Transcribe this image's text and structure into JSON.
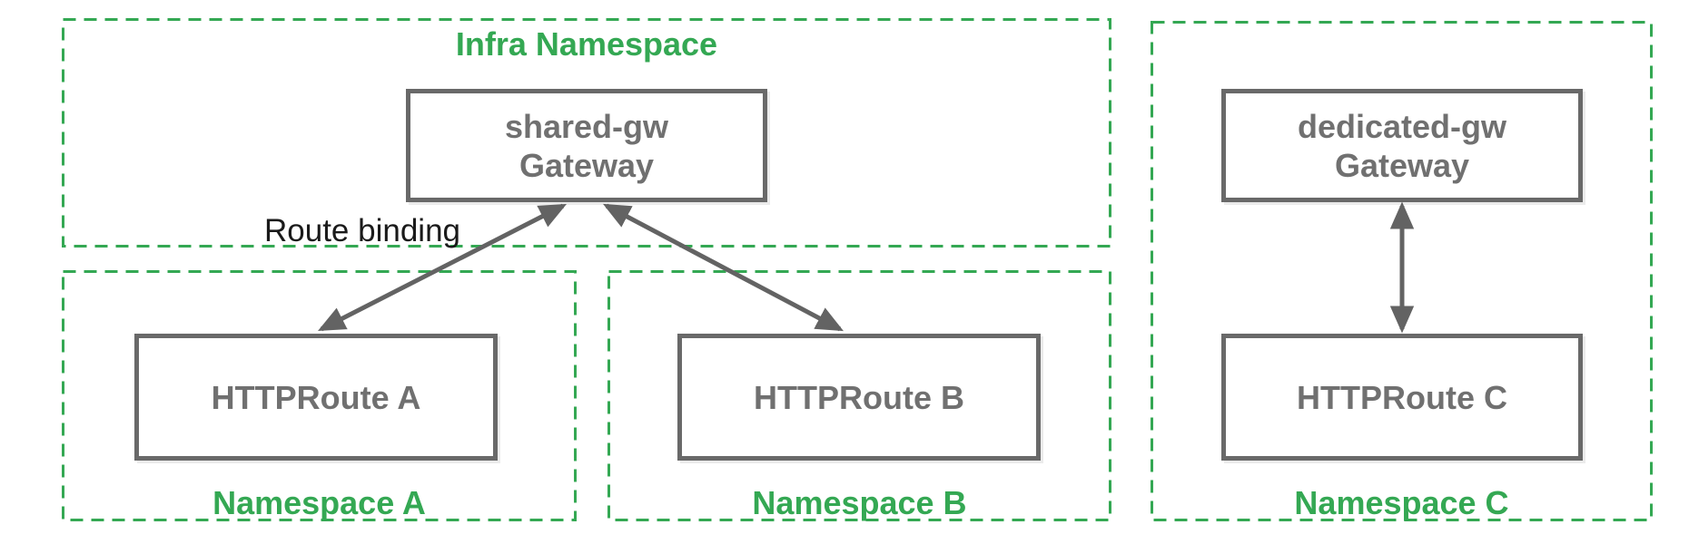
{
  "colors": {
    "namespace_green": "#34a853",
    "node_border_gray": "#696969",
    "node_text_gray": "#707070",
    "arrow_gray": "#636363",
    "annotation_black": "#1a1a1a",
    "background": "#ffffff"
  },
  "infra": {
    "label": "Infra Namespace"
  },
  "namespace_a": {
    "label": "Namespace A"
  },
  "namespace_b": {
    "label": "Namespace B"
  },
  "namespace_c": {
    "label": "Namespace C"
  },
  "shared_gateway": {
    "line1": "shared-gw",
    "line2": "Gateway"
  },
  "dedicated_gateway": {
    "line1": "dedicated-gw",
    "line2": "Gateway"
  },
  "route_a": {
    "label": "HTTPRoute A"
  },
  "route_b": {
    "label": "HTTPRoute B"
  },
  "route_c": {
    "label": "HTTPRoute C"
  },
  "annotations": {
    "route_binding": "Route binding"
  },
  "edges": [
    {
      "from": "HTTPRoute A",
      "to": "shared-gw Gateway",
      "style": "double-arrow"
    },
    {
      "from": "HTTPRoute B",
      "to": "shared-gw Gateway",
      "style": "double-arrow"
    },
    {
      "from": "HTTPRoute C",
      "to": "dedicated-gw Gateway",
      "style": "double-arrow"
    }
  ]
}
